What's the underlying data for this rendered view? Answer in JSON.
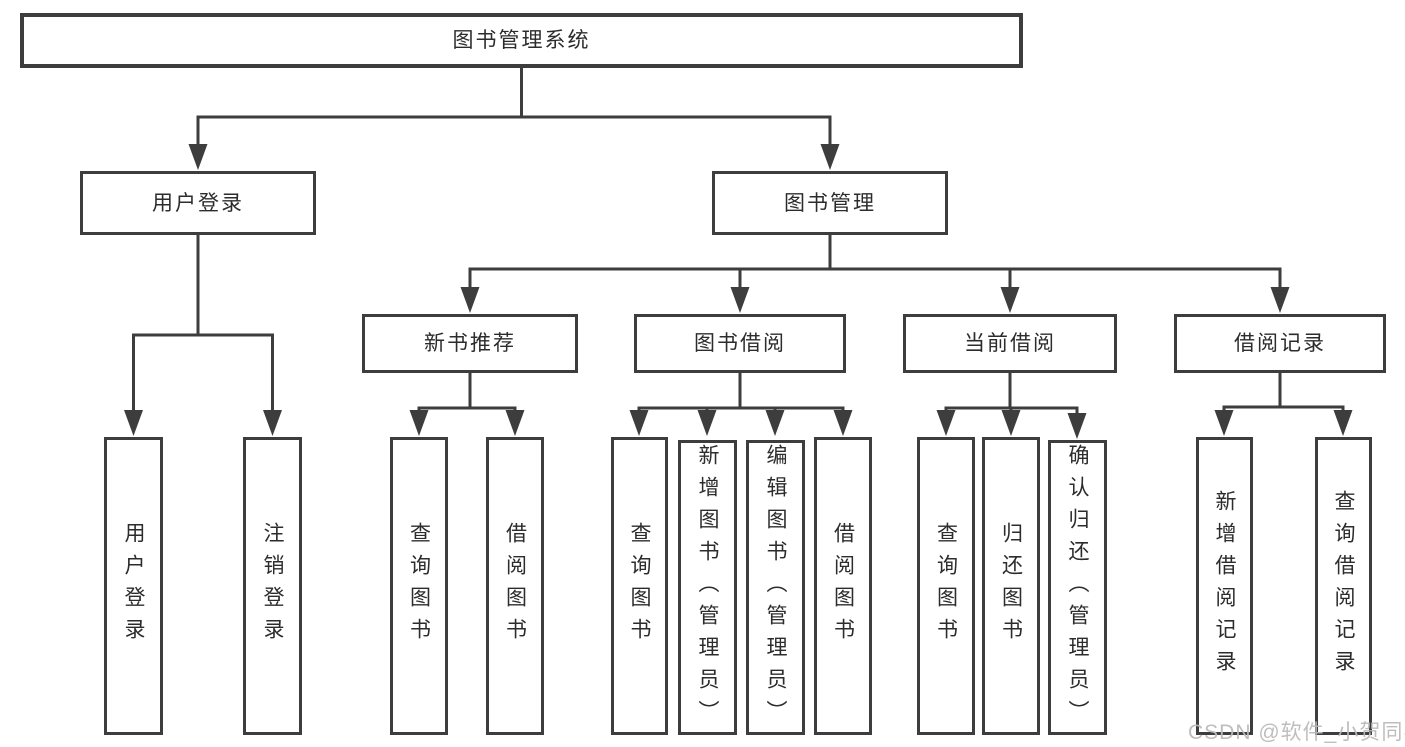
{
  "diagram": {
    "root": {
      "label": "图书管理系统"
    },
    "level2": [
      {
        "label": "用户登录",
        "children": [
          {
            "label": "用户登录"
          },
          {
            "label": "注销登录"
          }
        ]
      },
      {
        "label": "图书管理",
        "children": [
          {
            "label": "新书推荐",
            "children": [
              {
                "label": "查询图书"
              },
              {
                "label": "借阅图书"
              }
            ]
          },
          {
            "label": "图书借阅",
            "children": [
              {
                "label": "查询图书"
              },
              {
                "label": "新增图书（管理员）"
              },
              {
                "label": "编辑图书（管理员）"
              },
              {
                "label": "借阅图书"
              }
            ]
          },
          {
            "label": "当前借阅",
            "children": [
              {
                "label": "查询图书"
              },
              {
                "label": "归还图书"
              },
              {
                "label": "确认归还（管理员）"
              }
            ]
          },
          {
            "label": "借阅记录",
            "children": [
              {
                "label": "新增借阅记录"
              },
              {
                "label": "查询借阅记录"
              }
            ]
          }
        ]
      }
    ],
    "colors": {
      "line": "#3d3d3d",
      "box_border": "#3d3d3d",
      "box_fill": "#ffffff",
      "text": "#2c2c2c",
      "watermark": "#bababa"
    }
  },
  "watermark": {
    "text": "CSDN @软件_小贺同学"
  }
}
